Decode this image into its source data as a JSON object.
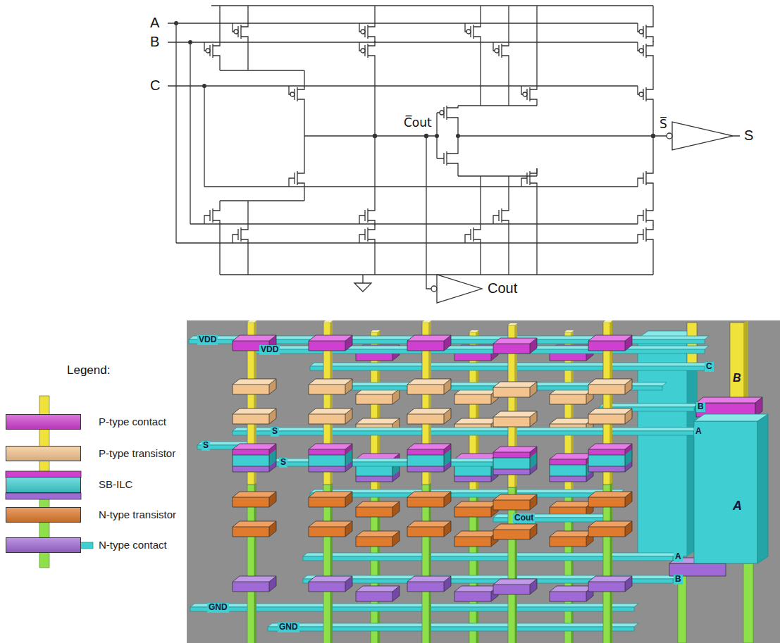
{
  "diagram": {
    "labels": [
      "A",
      "B",
      "C",
      "C̅out",
      "S̅",
      "S",
      "Cout",
      "Legend:",
      "VDD",
      "VDD",
      "C",
      "B",
      "B",
      "A",
      "S",
      "S",
      "S",
      "Cout",
      "A",
      "A",
      "B",
      "GND",
      "GND"
    ],
    "legend": [
      {
        "text": "P-type contact",
        "color": "#d040d0"
      },
      {
        "text": "P-type transistor",
        "color": "#f4c48e"
      },
      {
        "text": "SB-ILC",
        "color": "#3fcfd2"
      },
      {
        "text": "N-type transistor",
        "color": "#e07a2c"
      },
      {
        "text": "N-type contact",
        "color": "#a06ad6"
      }
    ]
  }
}
